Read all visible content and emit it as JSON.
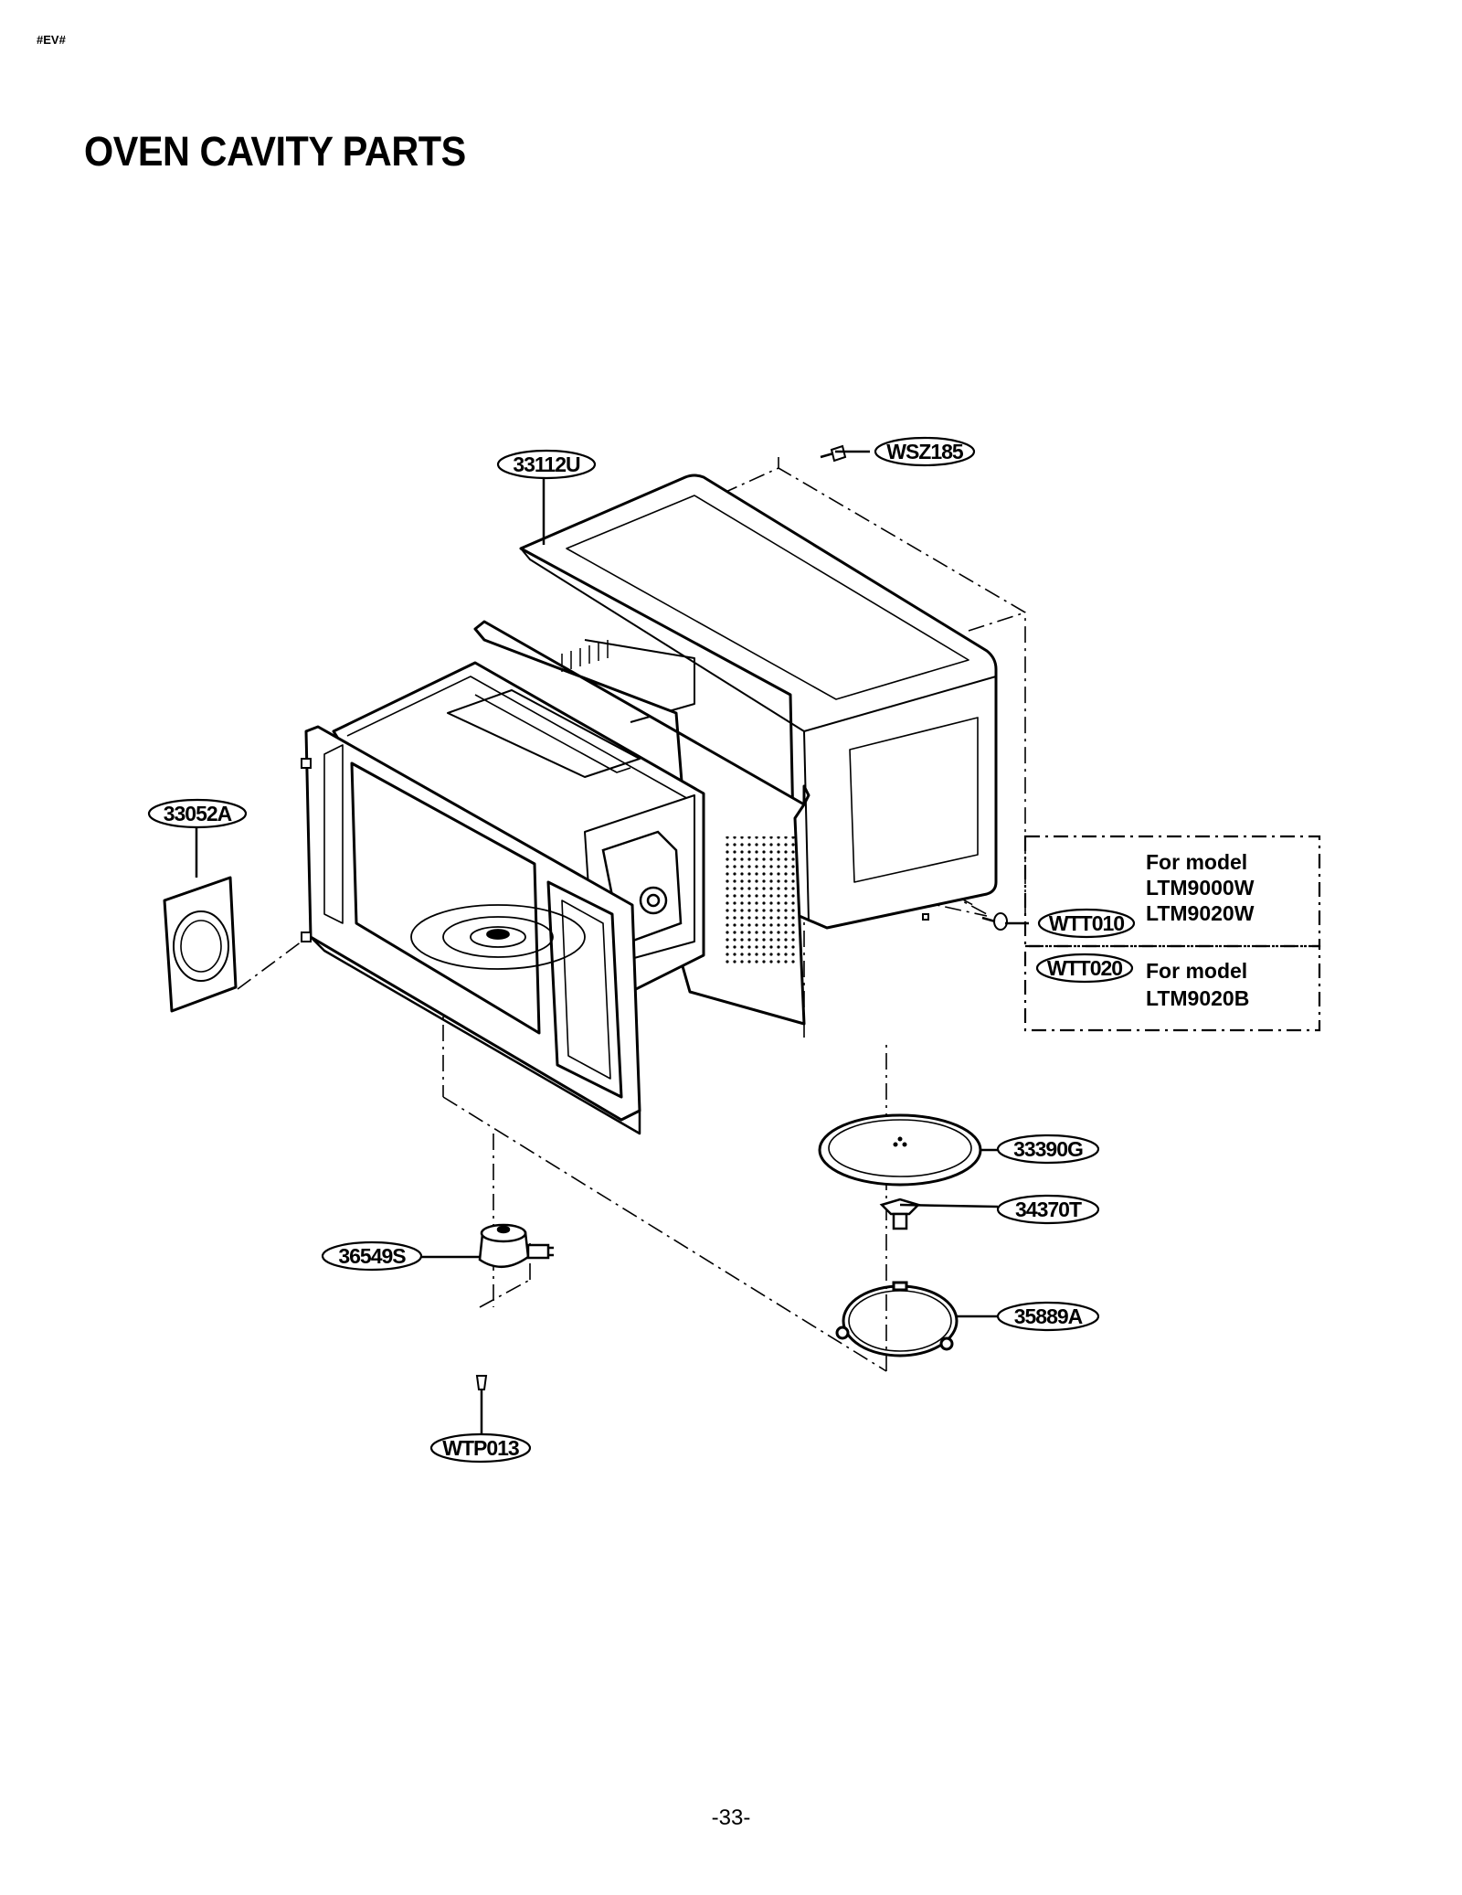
{
  "header": {
    "doc_code": "#EV#",
    "title": "OVEN CAVITY PARTS"
  },
  "footer": {
    "page_number": "-33-"
  },
  "parts": {
    "cabinet": "33112U",
    "screw_top": "WSZ185",
    "label_plate": "33052A",
    "screw_side_w": "WTT010",
    "screw_side_b": "WTT020",
    "turntable_tray": "33390G",
    "coupler": "34370T",
    "roller_ring": "35889A",
    "turntable_motor": "36549S",
    "motor_screw": "WTP013"
  },
  "model_notes": {
    "group_a": {
      "line1": "For model",
      "line2": "LTM9000W",
      "line3": "LTM9020W"
    },
    "group_b": {
      "line1": "For model",
      "line2": "LTM9020B"
    }
  }
}
